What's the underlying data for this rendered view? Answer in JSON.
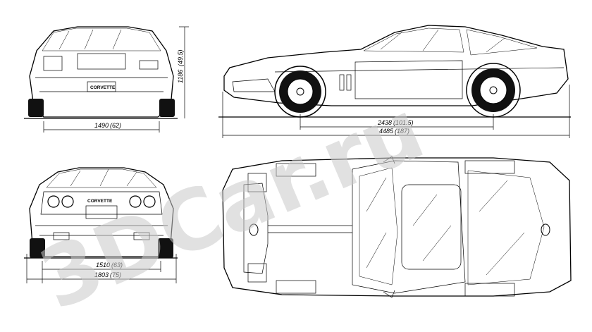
{
  "watermark": "3DCar.ru",
  "front_view": {
    "width_label": "1490",
    "width_inch": "(62)",
    "height_label": "1186",
    "height_inch": "(49.5)",
    "badge": "CORVETTE"
  },
  "side_view": {
    "wheelbase_label": "2438",
    "wheelbase_inch": "(101.5)",
    "length_label": "4485",
    "length_inch": "(187)"
  },
  "rear_view": {
    "track_label": "1510",
    "track_inch": "(63)",
    "width_label": "1803",
    "width_inch": "(75)",
    "badge": "CORVETTE"
  }
}
